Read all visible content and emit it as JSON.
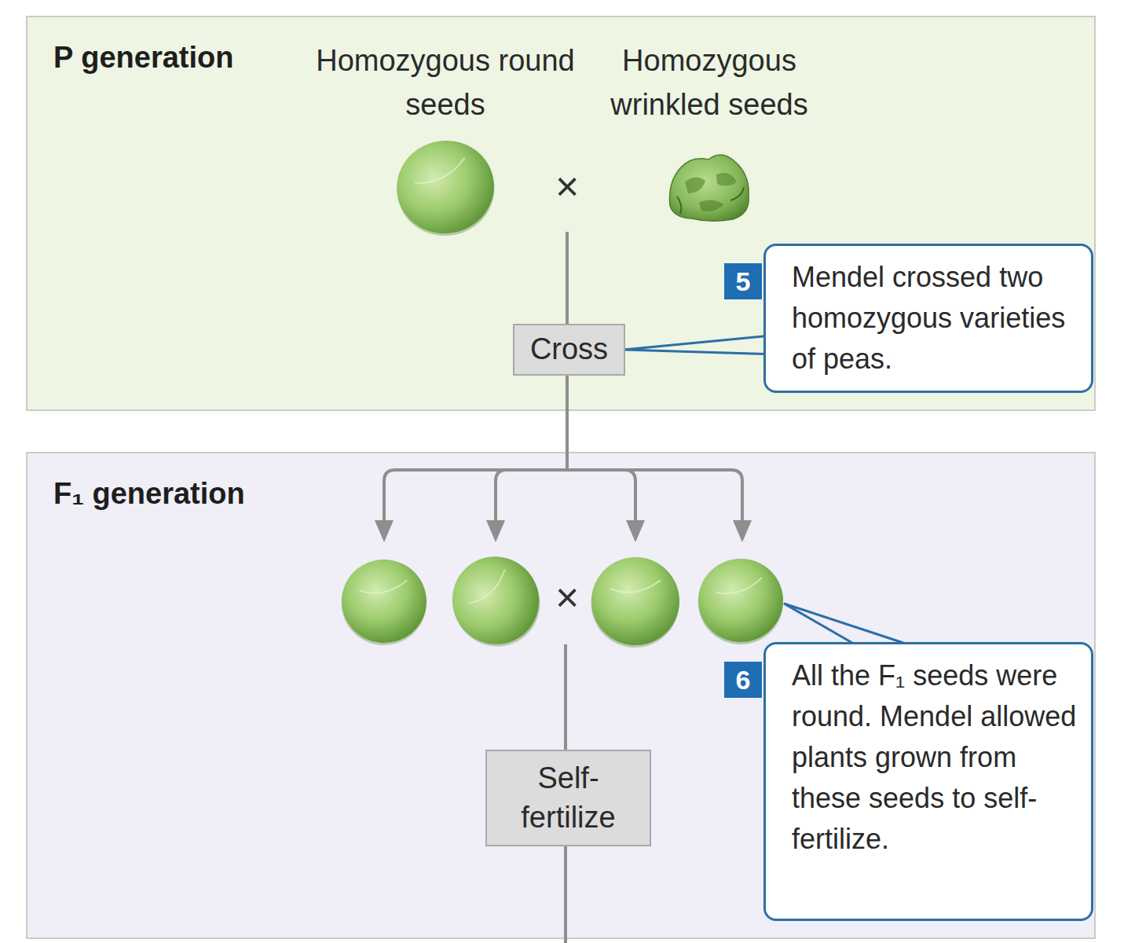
{
  "diagram": {
    "nodes": [
      {
        "text": [
          "P generation"
        ]
      },
      {
        "text": [
          "Cross"
        ],
        "in": 0
      },
      {
        "text": [
          "5",
          "Mendel crossed two homozygous varieties of peas."
        ],
        "in": 0
      },
      {
        "text": [
          "F₁ generation"
        ]
      },
      {
        "text": [
          "6",
          "All the F₁ seeds were round. Mendel allowed plants grown from these seeds to self-fertilize."
        ],
        "in": 3
      },
      {
        "text": [
          "Self-fertilize"
        ],
        "in": 3
      }
    ],
    "edges": [
      {
        "from": 2,
        "to": 1,
        "arrow": "none"
      }
    ],
    "labels": [
      "Homozygous round seeds",
      "Homozygous wrinkled seeds",
      "×",
      "×"
    ]
  }
}
